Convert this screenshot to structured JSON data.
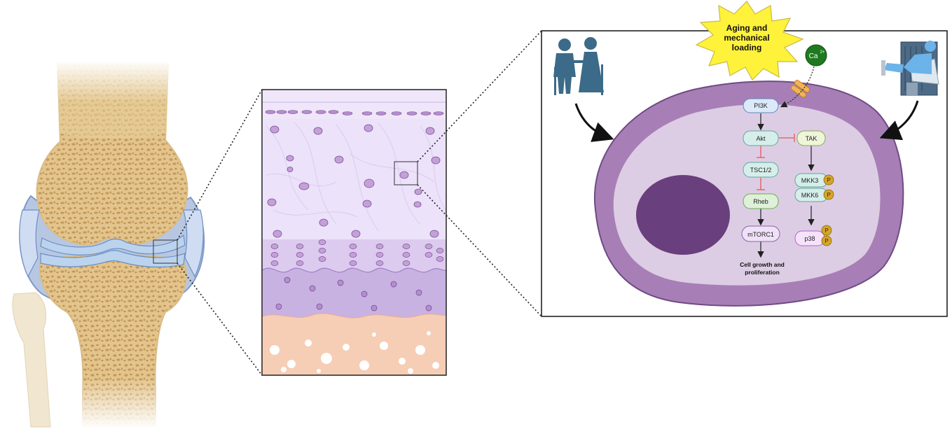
{
  "stimulus": {
    "burst_lines": [
      "Aging and",
      "mechanical",
      "loading"
    ]
  },
  "ion": {
    "label": "Ca",
    "superscript": "2+"
  },
  "pathway_mtor": {
    "nodes": [
      "PI3K",
      "Akt",
      "TSC1/2",
      "Rheb",
      "mTORC1"
    ],
    "outcome_lines": [
      "Cell growth and",
      "proliferation"
    ]
  },
  "pathway_mapk": {
    "nodes": [
      "TAK",
      "MKK3",
      "MKK6",
      "p38"
    ],
    "phospho_label": "P"
  },
  "colors": {
    "bone": "#e8cf9a",
    "bone_pore": "#c49a5a",
    "cartilage": "#c9d7ef",
    "synovium": "#7f9ac8",
    "cell_outer": "#a97fb7",
    "cell_inner": "#dccbe3",
    "nucleus": "#6a3f7d",
    "node_blue": "#dce9f8",
    "node_green": "#dff0d8",
    "node_teal": "#d6eeea",
    "node_purple": "#efe1f7",
    "inhibit": "#e05a5a",
    "phospho": "#d4a52a",
    "calcium": "#1f7a1f",
    "burst": "#fff23a",
    "person": "#3b6b88"
  },
  "icons": [
    "elderly-couple-icon",
    "leg-press-machine-icon",
    "calcium-ion-icon",
    "membrane-channel-icon"
  ]
}
